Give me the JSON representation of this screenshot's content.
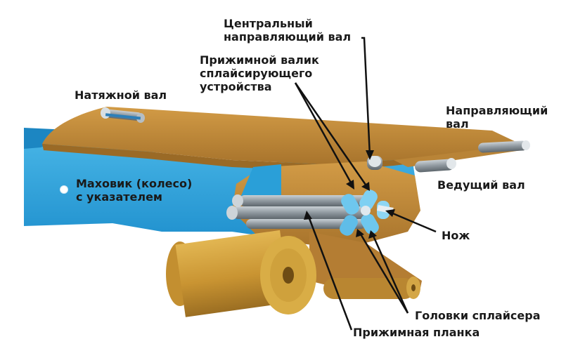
{
  "diagram": {
    "labels": {
      "central_guide_roller": [
        "Центральный",
        "направляющий вал"
      ],
      "splicer_pressure_roller": [
        "Прижимной валик",
        "сплайсирующего",
        "устройства"
      ],
      "tension_roller": "Натяжной вал",
      "guide_roller": [
        "Направляющий",
        "вал"
      ],
      "flywheel": [
        "Маховик (колесо)",
        "с указателем"
      ],
      "drive_roller": "Ведущий вал",
      "knife": "Нож",
      "splicer_heads": "Головки сплайсера",
      "pressure_bar": "Прижимная планка"
    },
    "colors": {
      "frame_blue": "#2ea6dc",
      "frame_blue_dark": "#1c86c2",
      "web_tan": "#c8923c",
      "web_tan_dark": "#a5722a",
      "roll_gold": "#d5a63b",
      "roller_gray": "#8f989f",
      "roller_light_blue": "#6ec7ee",
      "leader_line": "#111111"
    }
  }
}
